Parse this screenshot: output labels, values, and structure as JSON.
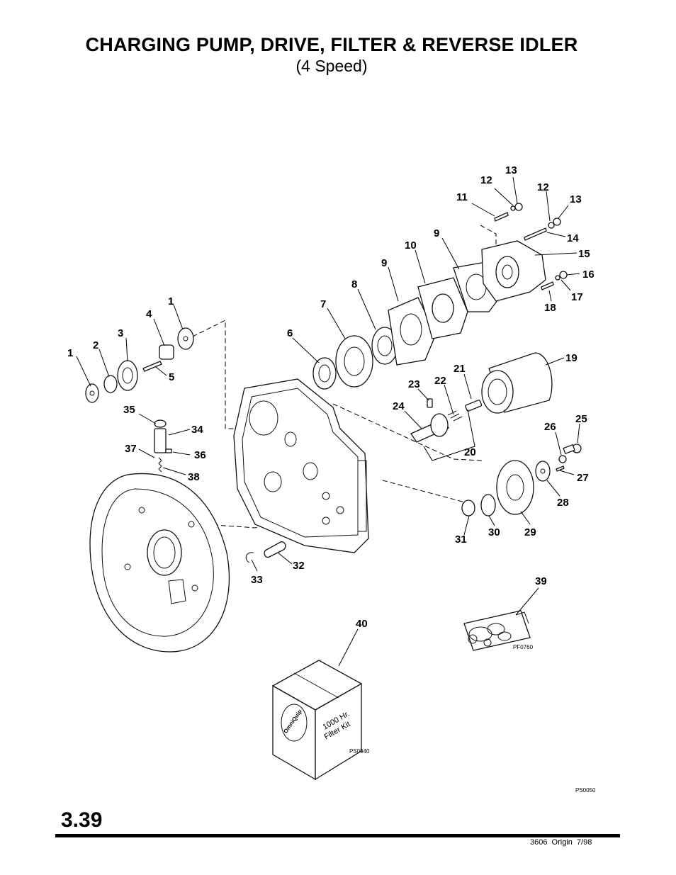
{
  "header": {
    "title": "CHARGING PUMP, DRIVE, FILTER & REVERSE IDLER",
    "subtitle": "(4 Speed)"
  },
  "callouts": {
    "c1a": "1",
    "c1b": "1",
    "c2": "2",
    "c3": "3",
    "c4": "4",
    "c5": "5",
    "c6": "6",
    "c7": "7",
    "c8": "8",
    "c9a": "9",
    "c9b": "9",
    "c10": "10",
    "c11": "11",
    "c12a": "12",
    "c12b": "12",
    "c13a": "13",
    "c13b": "13",
    "c14": "14",
    "c15": "15",
    "c16": "16",
    "c17": "17",
    "c18": "18",
    "c19": "19",
    "c20": "20",
    "c21": "21",
    "c22": "22",
    "c23": "23",
    "c24": "24",
    "c25": "25",
    "c26": "26",
    "c27": "27",
    "c28": "28",
    "c29": "29",
    "c30": "30",
    "c31": "31",
    "c32": "32",
    "c33": "33",
    "c34": "34",
    "c35": "35",
    "c36": "36",
    "c37": "37",
    "c38": "38",
    "c39": "39",
    "c40": "40"
  },
  "kit_box": {
    "line1": "1000 Hr.",
    "line2": "Filter Kit",
    "brand": "OmniQuip"
  },
  "figure_codes": {
    "seal_kit": "PF0760",
    "filter_kit": "PS0940",
    "figure": "PS0050"
  },
  "footer": {
    "page_number": "3.39",
    "doc_ref": "3606   Origin   7/98"
  }
}
